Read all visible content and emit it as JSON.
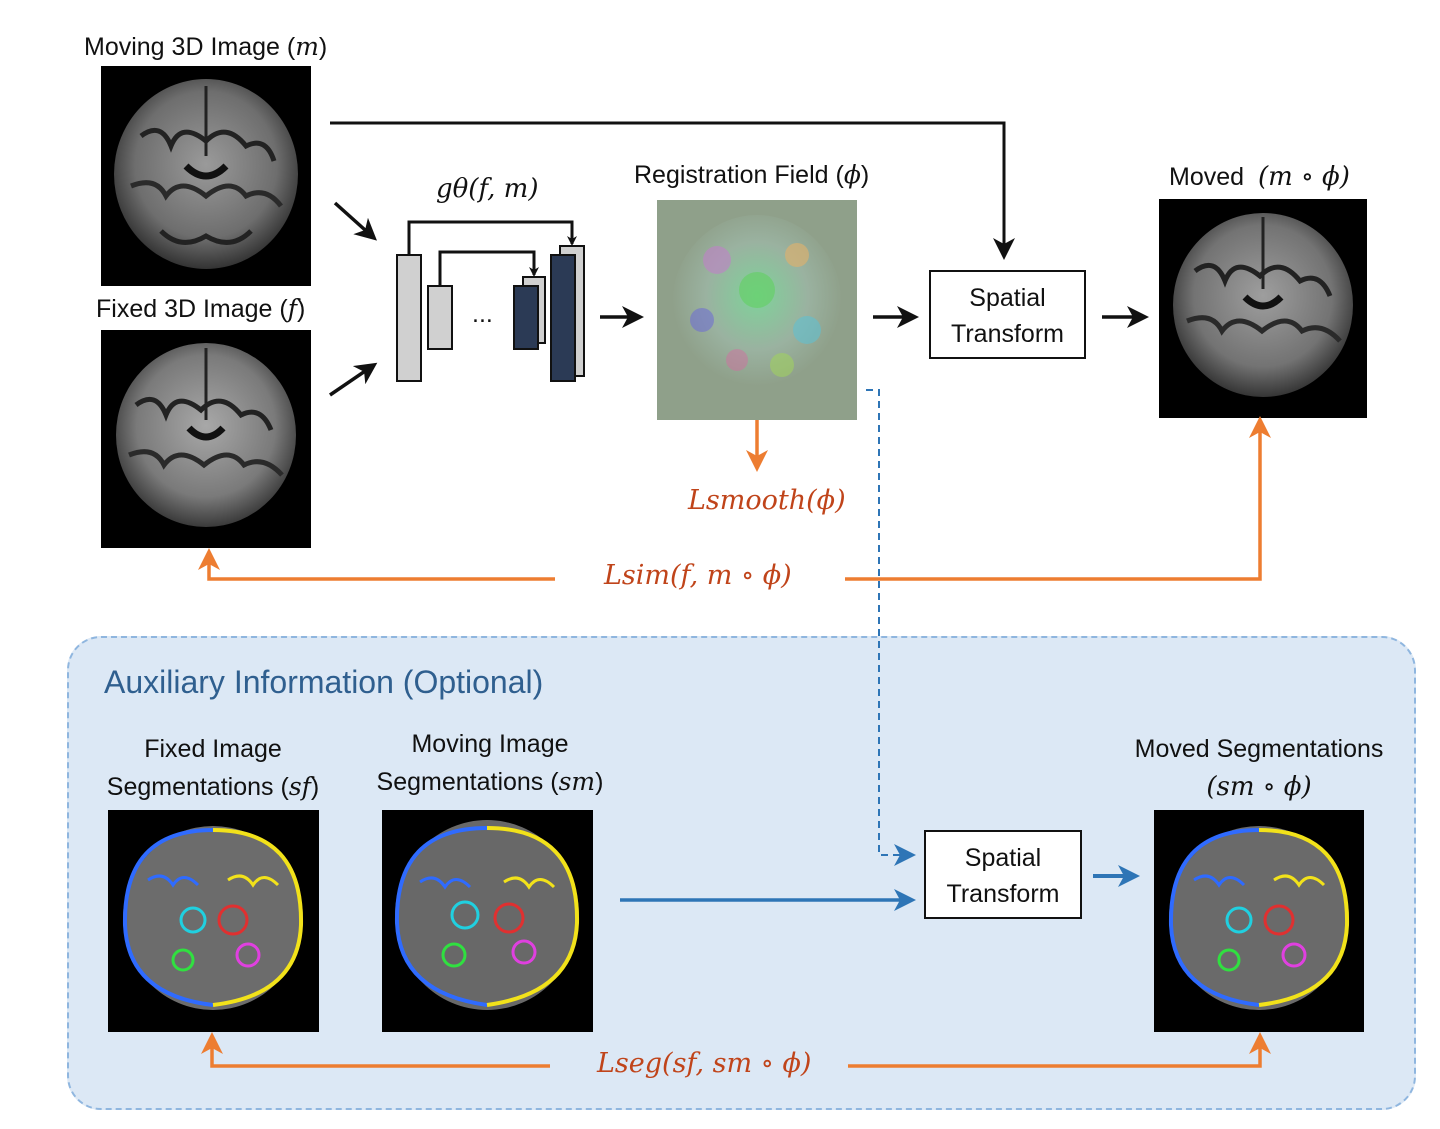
{
  "top": {
    "moving_image_label": "Moving 3D Image (",
    "moving_image_sym": "m",
    "fixed_image_label": "Fixed 3D Image (",
    "fixed_image_sym": "f",
    "network_label": "gθ(f, m)",
    "network_ellipsis": "...",
    "registration_field_label": "Registration Field (",
    "registration_field_sym": "ϕ",
    "spatial_transform_line1": "Spatial",
    "spatial_transform_line2": "Transform",
    "moved_label": "Moved",
    "moved_sym": "(m ∘ ϕ)",
    "close_paren": ")"
  },
  "losses": {
    "smooth": "Lsmooth(ϕ)",
    "sim": "Lsim(f, m ∘ ϕ)",
    "seg": "Lseg(sf, sm ∘ ϕ)"
  },
  "aux": {
    "title": "Auxiliary Information (Optional)",
    "fixed_seg_line1": "Fixed Image",
    "fixed_seg_line2": "Segmentations (",
    "fixed_seg_sym": "sf",
    "moving_seg_line1": "Moving Image",
    "moving_seg_line2": "Segmentations (",
    "moving_seg_sym": "sm",
    "spatial_transform_line1": "Spatial",
    "spatial_transform_line2": "Transform",
    "moved_seg_line1": "Moved Segmentations",
    "moved_seg_sym": "(sm ∘ ϕ)"
  },
  "colors": {
    "loss_orange": "#ed7d31",
    "loss_text": "#c0441a",
    "aux_blue_arrow": "#2e75b6",
    "aux_panel_fill": "#dce8f5",
    "aux_title": "#2f5f8f",
    "encoder_gray": "#d0d0d0",
    "decoder_navy": "#2b3a55"
  },
  "icons": {
    "brain_scan": "brain-mri-icon",
    "segmentation": "brain-segmentation-icon",
    "flow_field": "registration-field-icon"
  }
}
